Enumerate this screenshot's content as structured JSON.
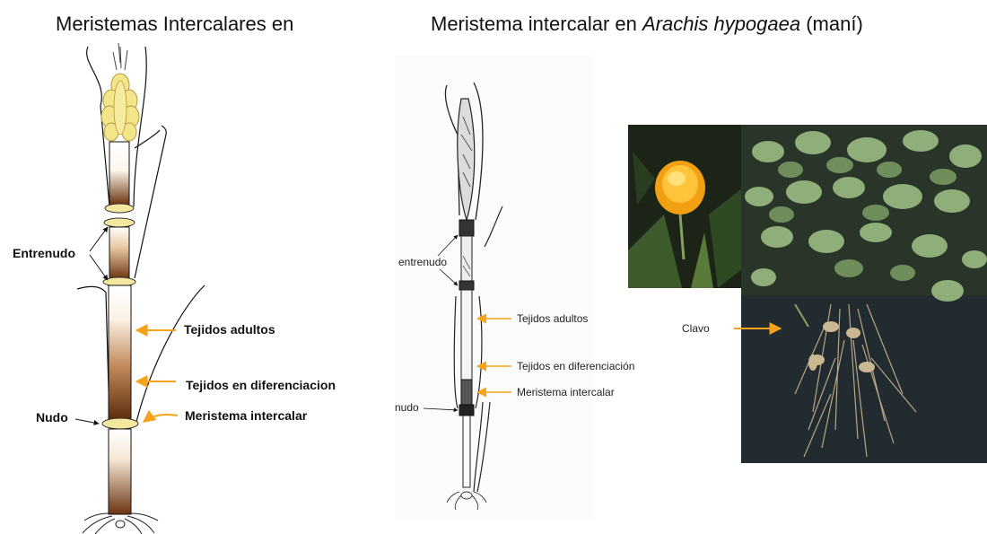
{
  "left": {
    "title": "Meristemas Intercalares en",
    "labels": {
      "entrenudo": "Entrenudo",
      "nudo": "Nudo",
      "tejidos_adultos": "Tejidos adultos",
      "tejidos_diferenciacion": "Tejidos en diferenciacion",
      "meristema_intercalar": "Meristema intercalar"
    }
  },
  "right": {
    "title_prefix": "Meristema intercalar en ",
    "title_species": "Arachis hypogaea",
    "title_suffix": " (maní)",
    "labels": {
      "entrenudo": "entrenudo",
      "nudo": "nudo",
      "tejidos_adultos": "Tejidos adultos",
      "tejidos_diferenciacion": "Tejidos en diferenciación",
      "meristema_intercalar": "Meristema intercalar",
      "clavo": "Clavo"
    }
  },
  "colors": {
    "arrow_orange": "#f7a21b",
    "stem_brown": "#7a3f10",
    "node_yellow": "#f4e7a0"
  }
}
